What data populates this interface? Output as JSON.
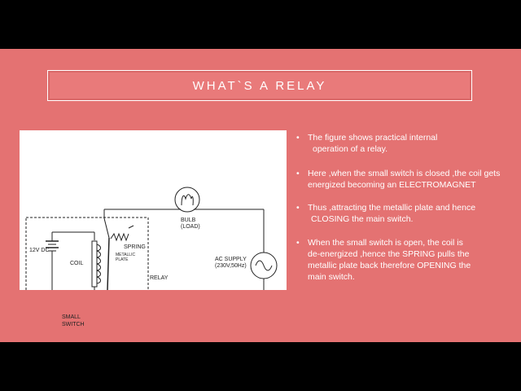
{
  "slide": {
    "title": "WHAT`S A RELAY",
    "background_color": "#e47272",
    "text_color": "#ffffff"
  },
  "figure": {
    "labels": {
      "bulb": "BULB",
      "load": "(LOAD)",
      "spring": "SPRING",
      "metallic": "METALLIC",
      "plate": "PLATE",
      "dc": "12V DC",
      "coil": "COIL",
      "relay": "RELAY",
      "ac_supply": "AC SUPPLY",
      "ac_rating": "(230V,50Hz)",
      "small": "SMALL",
      "switch": "SWITCH"
    }
  },
  "bullets": [
    {
      "symbol": "•",
      "lines": [
        "The figure shows practical internal",
        "operation of a relay."
      ]
    },
    {
      "symbol": "•",
      "lines": [
        "Here ,when the small switch is closed ,the coil gets",
        "energized becoming an ELECTROMAGNET"
      ]
    },
    {
      "symbol": "•",
      "lines": [
        "Thus ,attracting the metallic plate and hence",
        "CLOSING the main switch."
      ]
    },
    {
      "symbol": "•",
      "lines": [
        "When the small switch is open, the coil is",
        "de-energized ,hence the SPRING pulls the",
        "metallic plate back therefore OPENING the",
        "main switch."
      ]
    }
  ]
}
